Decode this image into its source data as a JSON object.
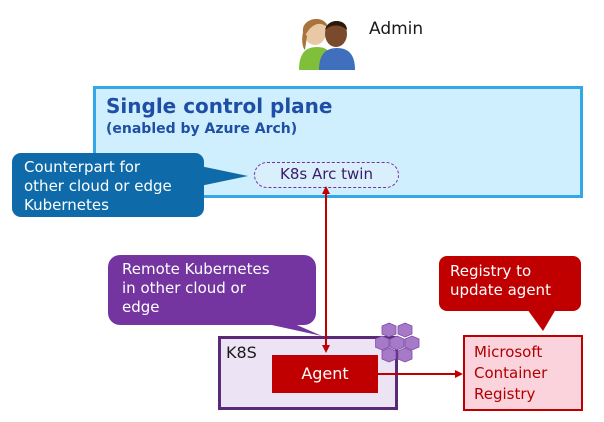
{
  "admin": {
    "label": "Admin",
    "icon": "users-icon"
  },
  "control_plane": {
    "title": "Single control plane",
    "subtitle": "(enabled by Azure Arch)",
    "twin_label": "K8s Arc twin"
  },
  "callouts": {
    "counterpart": [
      "Counterpart for",
      "other cloud or edge",
      "Kubernetes"
    ],
    "remote": [
      "Remote Kubernetes",
      "in other cloud or",
      "edge"
    ],
    "registry": [
      "Registry to",
      "update agent"
    ]
  },
  "cluster": {
    "label": "K8S",
    "agent_label": "Agent",
    "icon": "kubernetes-cubes-icon"
  },
  "registry": {
    "lines": [
      "Microsoft",
      "Container",
      "Registry"
    ]
  },
  "colors": {
    "plane_fill": "#cfeefe",
    "plane_border": "#32a9e6",
    "title": "#1f4fa5",
    "blue_callout": "#0e6aa8",
    "purple_callout": "#7535a0",
    "red": "#c00000",
    "cluster_fill": "#ece3f4",
    "cluster_border": "#5a2a78",
    "registry_fill": "#fbd3dc"
  }
}
